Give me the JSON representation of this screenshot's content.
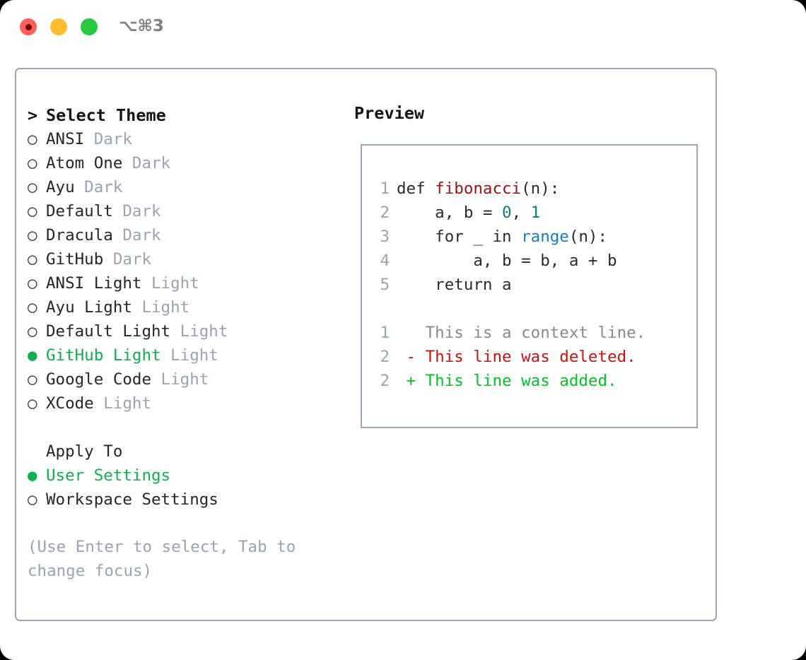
{
  "titlebar": {
    "shortcut": "⌥⌘3",
    "lights": [
      {
        "name": "close-button",
        "color": "#ff5f57"
      },
      {
        "name": "minimize-button",
        "color": "#ffbd2e"
      },
      {
        "name": "maximize-button",
        "color": "#28c840"
      }
    ]
  },
  "theme_selector": {
    "header_caret": ">",
    "header_label": "Select Theme",
    "bullet_unselected": "○",
    "bullet_selected": "●",
    "items": [
      {
        "name": "ANSI",
        "tag": "Dark",
        "selected": false
      },
      {
        "name": "Atom One",
        "tag": "Dark",
        "selected": false
      },
      {
        "name": "Ayu",
        "tag": "Dark",
        "selected": false
      },
      {
        "name": "Default",
        "tag": "Dark",
        "selected": false
      },
      {
        "name": "Dracula",
        "tag": "Dark",
        "selected": false
      },
      {
        "name": "GitHub",
        "tag": "Dark",
        "selected": false
      },
      {
        "name": "ANSI Light",
        "tag": "Light",
        "selected": false
      },
      {
        "name": "Ayu Light",
        "tag": "Light",
        "selected": false
      },
      {
        "name": "Default Light",
        "tag": "Light",
        "selected": false
      },
      {
        "name": "GitHub Light",
        "tag": "Light",
        "selected": true
      },
      {
        "name": "Google Code",
        "tag": "Light",
        "selected": false
      },
      {
        "name": "XCode",
        "tag": "Light",
        "selected": false
      }
    ]
  },
  "apply_to": {
    "title": "Apply To",
    "options": [
      {
        "label": "User Settings",
        "selected": true
      },
      {
        "label": "Workspace Settings",
        "selected": false
      }
    ]
  },
  "hint": "(Use Enter to select, Tab to change focus)",
  "preview": {
    "label": "Preview",
    "code_lines": [
      {
        "no": "1",
        "tokens": [
          {
            "t": "def ",
            "c": "plain"
          },
          {
            "t": "fibonacci",
            "c": "fn"
          },
          {
            "t": "(n):",
            "c": "plain"
          }
        ]
      },
      {
        "no": "2",
        "tokens": [
          {
            "t": "    a, b = ",
            "c": "plain"
          },
          {
            "t": "0",
            "c": "num"
          },
          {
            "t": ", ",
            "c": "plain"
          },
          {
            "t": "1",
            "c": "num"
          }
        ]
      },
      {
        "no": "3",
        "tokens": [
          {
            "t": "    for _ in ",
            "c": "plain"
          },
          {
            "t": "range",
            "c": "bi"
          },
          {
            "t": "(n):",
            "c": "plain"
          }
        ]
      },
      {
        "no": "4",
        "tokens": [
          {
            "t": "        a, b = b, a + b",
            "c": "plain"
          }
        ]
      },
      {
        "no": "5",
        "tokens": [
          {
            "t": "    return a",
            "c": "plain"
          }
        ]
      }
    ],
    "diff_lines": [
      {
        "no": "1",
        "marker": " ",
        "text": "This is a context line.",
        "kind": "context"
      },
      {
        "no": "2",
        "marker": "-",
        "text": "This line was deleted.",
        "kind": "deleted"
      },
      {
        "no": "2",
        "marker": "+",
        "text": "This line was added.",
        "kind": "added"
      }
    ]
  },
  "colors": {
    "accent_green": "#0db04b",
    "diff_add": "#00c426",
    "diff_del": "#cc1111",
    "border": "#9aa5b8",
    "muted": "#9aa3b2"
  }
}
